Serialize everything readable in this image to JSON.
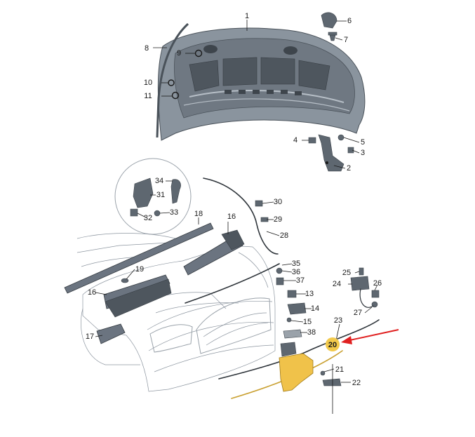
{
  "diagram": {
    "callouts": [
      {
        "id": "1",
        "label": "1"
      },
      {
        "id": "2",
        "label": "2"
      },
      {
        "id": "3",
        "label": "3"
      },
      {
        "id": "4",
        "label": "4"
      },
      {
        "id": "5",
        "label": "5"
      },
      {
        "id": "6",
        "label": "6"
      },
      {
        "id": "7",
        "label": "7"
      },
      {
        "id": "8",
        "label": "8"
      },
      {
        "id": "9",
        "label": "9"
      },
      {
        "id": "10",
        "label": "10"
      },
      {
        "id": "11",
        "label": "11"
      },
      {
        "id": "13",
        "label": "13"
      },
      {
        "id": "14",
        "label": "14"
      },
      {
        "id": "15",
        "label": "15"
      },
      {
        "id": "16a",
        "label": "16"
      },
      {
        "id": "16b",
        "label": "16"
      },
      {
        "id": "17",
        "label": "17"
      },
      {
        "id": "18",
        "label": "18"
      },
      {
        "id": "19",
        "label": "19"
      },
      {
        "id": "20",
        "label": "20"
      },
      {
        "id": "21",
        "label": "21"
      },
      {
        "id": "22",
        "label": "22"
      },
      {
        "id": "23",
        "label": "23"
      },
      {
        "id": "24",
        "label": "24"
      },
      {
        "id": "25",
        "label": "25"
      },
      {
        "id": "26",
        "label": "26"
      },
      {
        "id": "27",
        "label": "27"
      },
      {
        "id": "28",
        "label": "28"
      },
      {
        "id": "29",
        "label": "29"
      },
      {
        "id": "30",
        "label": "30"
      },
      {
        "id": "31",
        "label": "31"
      },
      {
        "id": "32",
        "label": "32"
      },
      {
        "id": "33",
        "label": "33"
      },
      {
        "id": "34",
        "label": "34"
      },
      {
        "id": "35",
        "label": "35"
      },
      {
        "id": "36",
        "label": "36"
      },
      {
        "id": "37",
        "label": "37"
      },
      {
        "id": "38",
        "label": "38"
      }
    ],
    "highlight": {
      "label_id": "20",
      "fill": "#f2c94c",
      "arrow": "#e02020"
    },
    "colors": {
      "hood": "#8a949e",
      "hood_dark": "#5b646d",
      "car_outline": "#8d96a0",
      "latch_yellow": "#f0c24a"
    }
  }
}
